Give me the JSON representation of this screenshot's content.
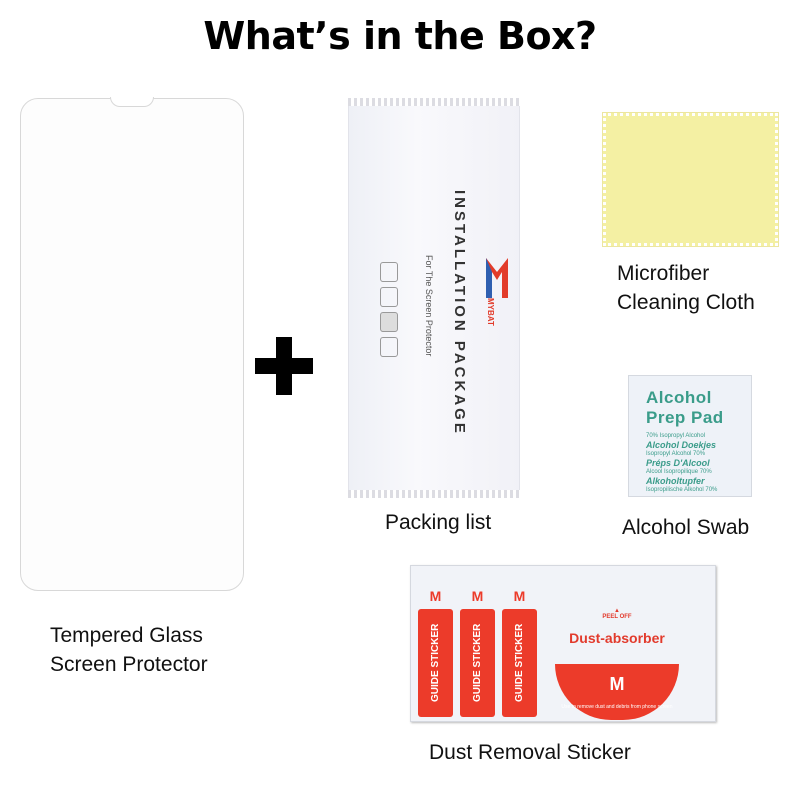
{
  "title": "What’s in the Box?",
  "items": {
    "glass": {
      "caption_line1": "Tempered Glass",
      "caption_line2": "Screen Protector"
    },
    "packet": {
      "caption": "Packing list",
      "label": "INSTALLATION PACKAGE",
      "sublabel": "For The Screen Protector",
      "brand": "MYBAT"
    },
    "cloth": {
      "caption_line1": "Microfiber",
      "caption_line2": "Cleaning Cloth",
      "color": "#f4f0a3"
    },
    "swab": {
      "caption": "Alcohol Swab",
      "pad_title_1": "Alcohol",
      "pad_title_2": "Prep Pad",
      "lines": [
        "70% Isopropyl Alcohol",
        "Alcohol Doekjes",
        "Isopropyl Alcohol 70%",
        "Préps D'Alcool",
        "Alcool Isopropilique 70%",
        "Alkoholtupfer",
        "Isopropilische Alkohol 70%"
      ]
    },
    "sticker": {
      "caption": "Dust Removal Sticker",
      "guide_label": "GUIDE STICKER",
      "peel": "PEEL OFF",
      "dust_title": "Dust-absorber",
      "dust_note": "Use to remove dust and debris from phone screen",
      "logo": "M",
      "accent": "#ec3b2a"
    }
  }
}
